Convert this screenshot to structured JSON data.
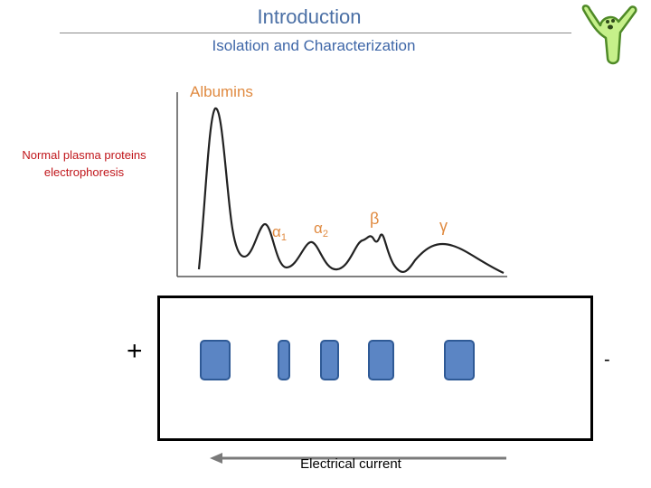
{
  "header": {
    "title": "Introduction",
    "subtitle": "Isolation and Characterization"
  },
  "side_label": {
    "line1": "Normal plasma proteins",
    "line2": "electrophoresis"
  },
  "graph": {
    "peak_labels": {
      "albumins": "Albumins",
      "alpha1": "α",
      "alpha1_sub": "1",
      "alpha2": "α",
      "alpha2_sub": "2",
      "beta": "β",
      "gamma": "γ"
    },
    "label_color": "#e08a40"
  },
  "gel": {
    "positive": "+",
    "negative": "-",
    "band_color": "#5b85c4",
    "band_count": 5
  },
  "footer": {
    "current_label": "Electrical current"
  },
  "colors": {
    "title": "#4a6fa5",
    "side_label": "#c0151a",
    "band": "#5b85c4"
  }
}
